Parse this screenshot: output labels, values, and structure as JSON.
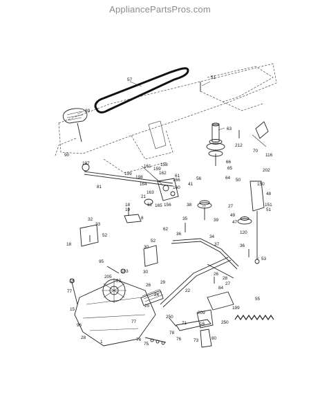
{
  "header": {
    "watermark": "AppliancePartsPros.com"
  },
  "callouts": [
    {
      "id": "57",
      "text": "57"
    },
    {
      "id": "89",
      "text": "89"
    },
    {
      "id": "90",
      "text": "90"
    },
    {
      "id": "51a",
      "text": "51"
    },
    {
      "id": "63",
      "text": "63"
    },
    {
      "id": "212",
      "text": "212"
    },
    {
      "id": "70",
      "text": "70"
    },
    {
      "id": "116",
      "text": "116"
    },
    {
      "id": "197",
      "text": "197"
    },
    {
      "id": "158",
      "text": "158"
    },
    {
      "id": "161",
      "text": "161"
    },
    {
      "id": "199",
      "text": "199"
    },
    {
      "id": "198",
      "text": "198"
    },
    {
      "id": "159",
      "text": "159"
    },
    {
      "id": "166",
      "text": "166"
    },
    {
      "id": "162",
      "text": "162"
    },
    {
      "id": "164",
      "text": "164"
    },
    {
      "id": "160",
      "text": "160"
    },
    {
      "id": "81",
      "text": "81"
    },
    {
      "id": "21",
      "text": "21"
    },
    {
      "id": "165",
      "text": "165"
    },
    {
      "id": "163",
      "text": "163"
    },
    {
      "id": "156",
      "text": "156"
    },
    {
      "id": "62a",
      "text": "62"
    },
    {
      "id": "18a",
      "text": "18"
    },
    {
      "id": "19",
      "text": "19"
    },
    {
      "id": "8",
      "text": "8"
    },
    {
      "id": "61",
      "text": "61"
    },
    {
      "id": "66",
      "text": "66"
    },
    {
      "id": "65",
      "text": "65"
    },
    {
      "id": "56",
      "text": "56"
    },
    {
      "id": "64",
      "text": "64"
    },
    {
      "id": "41",
      "text": "41"
    },
    {
      "id": "202",
      "text": "202"
    },
    {
      "id": "50",
      "text": "50"
    },
    {
      "id": "150",
      "text": "150"
    },
    {
      "id": "48",
      "text": "48"
    },
    {
      "id": "38",
      "text": "38"
    },
    {
      "id": "27",
      "text": "27"
    },
    {
      "id": "51b",
      "text": "51"
    },
    {
      "id": "151",
      "text": "151"
    },
    {
      "id": "49",
      "text": "49"
    },
    {
      "id": "47",
      "text": "47"
    },
    {
      "id": "39",
      "text": "39"
    },
    {
      "id": "120",
      "text": "120"
    },
    {
      "id": "32",
      "text": "32"
    },
    {
      "id": "33",
      "text": "33"
    },
    {
      "id": "52a",
      "text": "52"
    },
    {
      "id": "18b",
      "text": "18"
    },
    {
      "id": "35",
      "text": "35"
    },
    {
      "id": "62b",
      "text": "62"
    },
    {
      "id": "36a",
      "text": "36"
    },
    {
      "id": "34",
      "text": "34"
    },
    {
      "id": "37",
      "text": "37"
    },
    {
      "id": "52b",
      "text": "52"
    },
    {
      "id": "30a",
      "text": "30"
    },
    {
      "id": "36b",
      "text": "36"
    },
    {
      "id": "30b",
      "text": "30"
    },
    {
      "id": "95",
      "text": "95"
    },
    {
      "id": "103",
      "text": "103"
    },
    {
      "id": "205",
      "text": "205"
    },
    {
      "id": "53",
      "text": "53"
    },
    {
      "id": "23",
      "text": "23"
    },
    {
      "id": "26a",
      "text": "26"
    },
    {
      "id": "26b",
      "text": "26"
    },
    {
      "id": "29",
      "text": "29"
    },
    {
      "id": "28a",
      "text": "28"
    },
    {
      "id": "24",
      "text": "24"
    },
    {
      "id": "84",
      "text": "84"
    },
    {
      "id": "27b",
      "text": "27"
    },
    {
      "id": "25",
      "text": "25"
    },
    {
      "id": "22",
      "text": "22"
    },
    {
      "id": "16a",
      "text": "16"
    },
    {
      "id": "77a",
      "text": "77"
    },
    {
      "id": "15",
      "text": "15"
    },
    {
      "id": "209",
      "text": "209"
    },
    {
      "id": "55",
      "text": "55"
    },
    {
      "id": "199b",
      "text": "199"
    },
    {
      "id": "250a",
      "text": "250"
    },
    {
      "id": "250b",
      "text": "250"
    },
    {
      "id": "71",
      "text": "71"
    },
    {
      "id": "16b",
      "text": "16"
    },
    {
      "id": "96",
      "text": "96"
    },
    {
      "id": "28b",
      "text": "28"
    },
    {
      "id": "1",
      "text": "1"
    },
    {
      "id": "77b",
      "text": "77"
    },
    {
      "id": "78",
      "text": "78"
    },
    {
      "id": "74",
      "text": "74"
    },
    {
      "id": "75",
      "text": "75"
    },
    {
      "id": "76",
      "text": "76"
    },
    {
      "id": "73",
      "text": "73"
    },
    {
      "id": "80",
      "text": "80"
    }
  ]
}
